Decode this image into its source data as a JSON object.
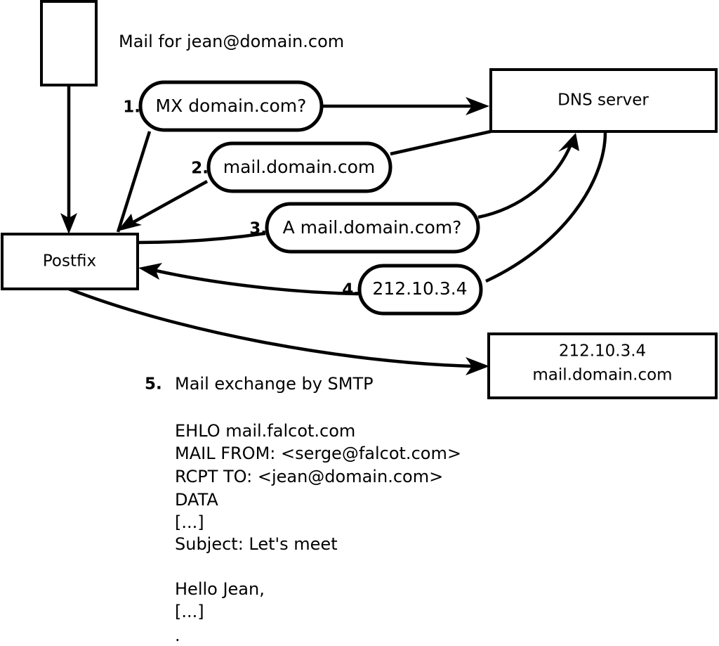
{
  "diagram": {
    "caption": "Mail for jean@domain.com",
    "nodes": {
      "sender": {
        "label": ""
      },
      "postfix": {
        "label": "Postfix"
      },
      "dns": {
        "label": "DNS server"
      },
      "target": {
        "line1": "212.10.3.4",
        "line2": "mail.domain.com"
      }
    },
    "steps": [
      {
        "num": "1.",
        "text": "MX domain.com?"
      },
      {
        "num": "2.",
        "text": "mail.domain.com"
      },
      {
        "num": "3.",
        "text": "A mail.domain.com?"
      },
      {
        "num": "4.",
        "text": "212.10.3.4"
      }
    ],
    "step5": {
      "num": "5.",
      "label": "Mail exchange by SMTP"
    },
    "smtp_transcript": [
      "EHLO mail.falcot.com",
      "MAIL FROM: <serge@falcot.com>",
      "RCPT TO: <jean@domain.com>",
      "DATA",
      "[...]",
      "Subject: Let's meet",
      "",
      "Hello Jean,",
      "[...]",
      "."
    ],
    "colors": {
      "stroke": "#000000",
      "fill": "#ffffff"
    }
  }
}
